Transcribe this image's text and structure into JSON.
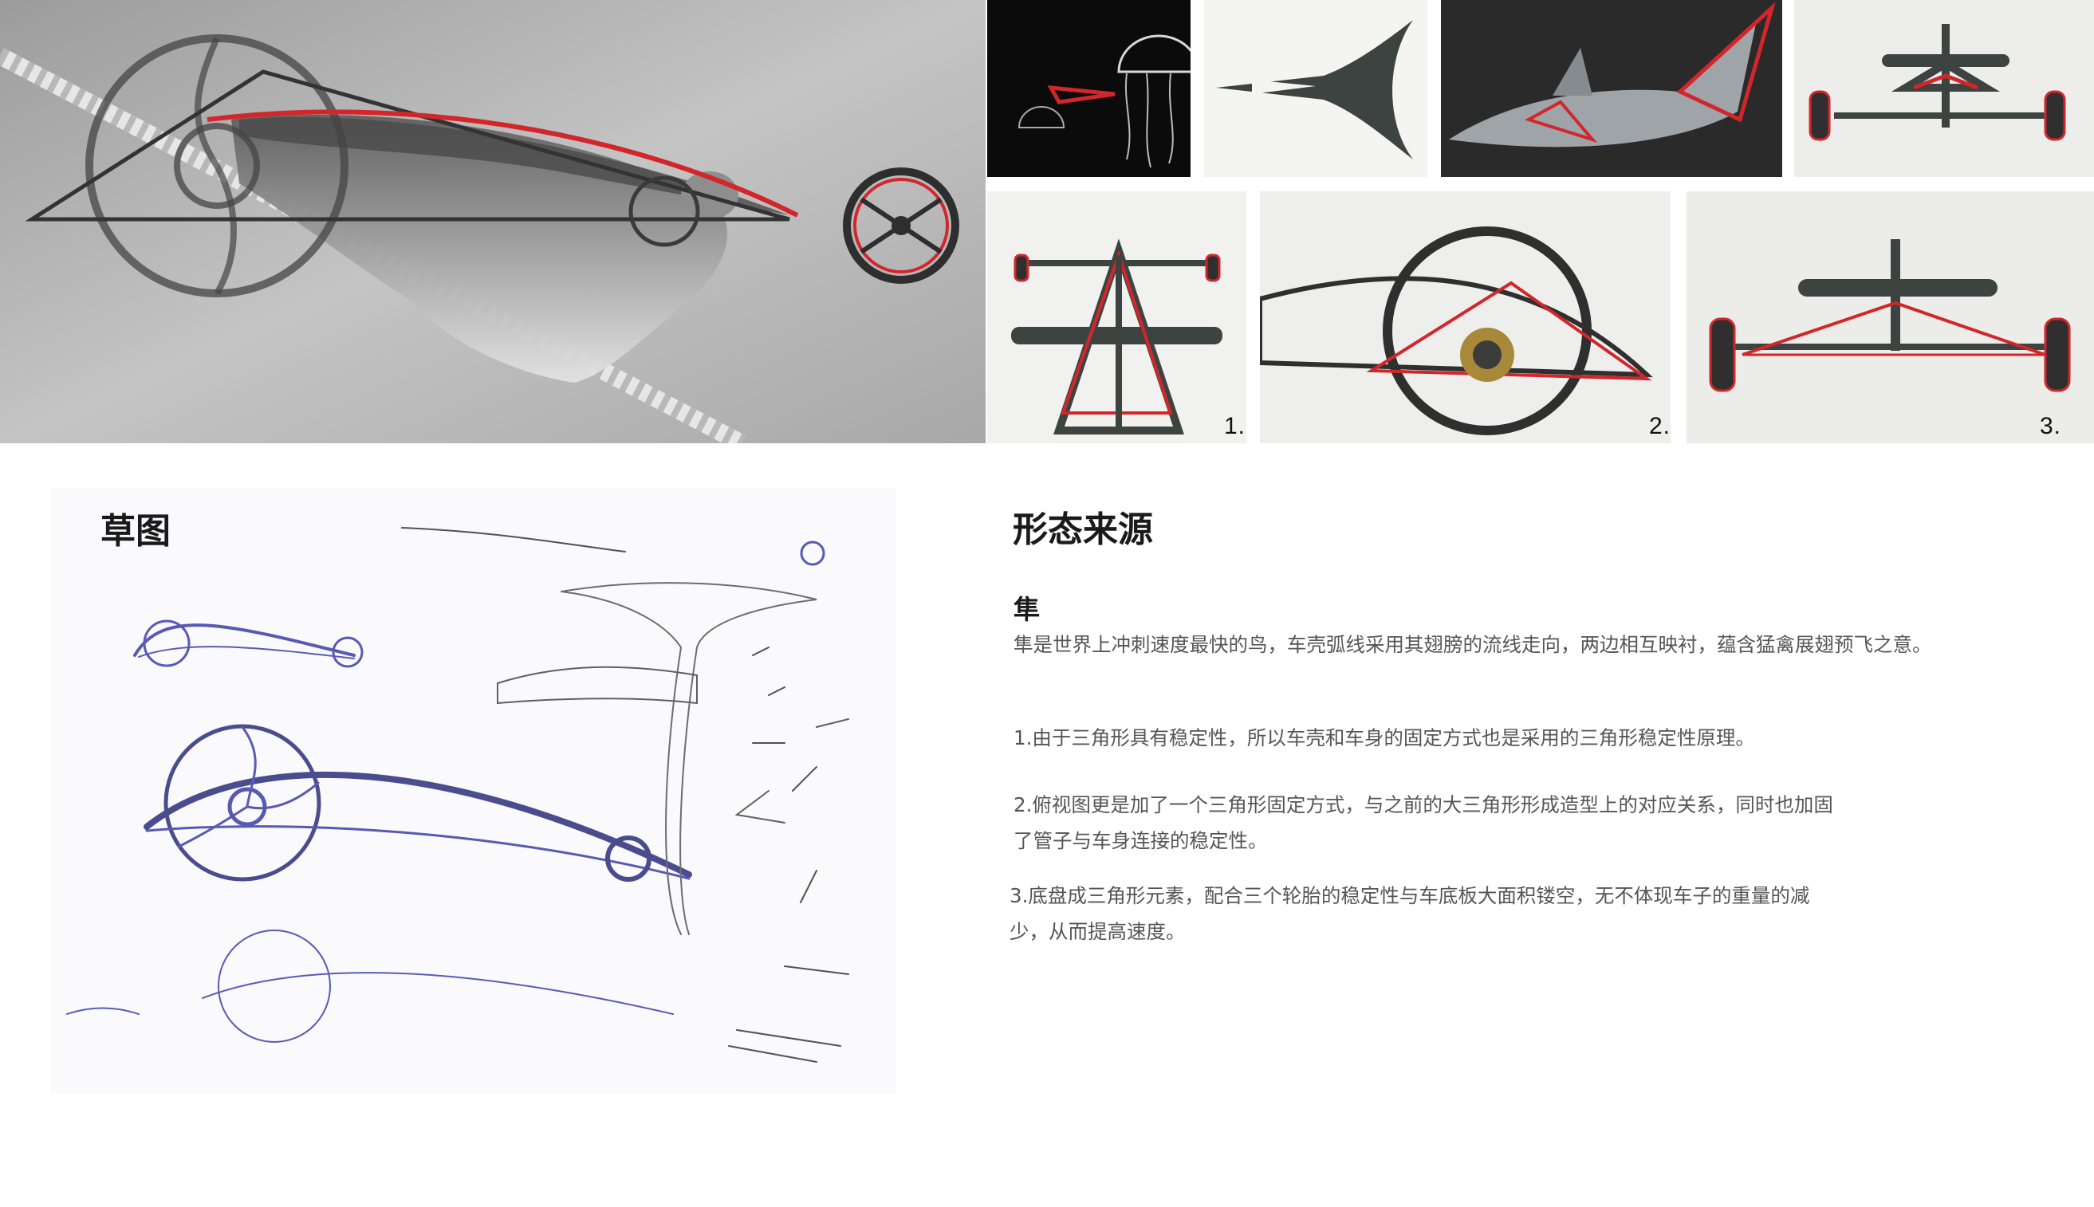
{
  "sketch_section": {
    "heading": "草图"
  },
  "form_section": {
    "heading": "形态来源",
    "subheading": "隼",
    "intro": "隼是世界上冲刺速度最快的鸟，车壳弧线采用其翅膀的流线走向，两边相互映衬，蕴含猛禽展翅预飞之意。",
    "points": [
      "1.由于三角形具有稳定性，所以车壳和车身的固定方式也是采用的三角形稳定性原理。",
      "2.俯视图更是加了一个三角形固定方式，与之前的大三角形形成造型上的对应关系，同时也加固了管子与车身连接的稳定性。",
      "3.底盘成三角形元素，配合三个轮胎的稳定性与车底板大面积镂空，无不体现车子的重量的减少，从而提高速度。"
    ]
  },
  "views": {
    "label_1": "1.",
    "label_2": "2.",
    "label_3": "3."
  },
  "colors": {
    "accent_red": "#d2262b",
    "frame_dark": "#3c4340",
    "sketch_ink": "#3b3fa8",
    "text_gray": "#555555"
  }
}
